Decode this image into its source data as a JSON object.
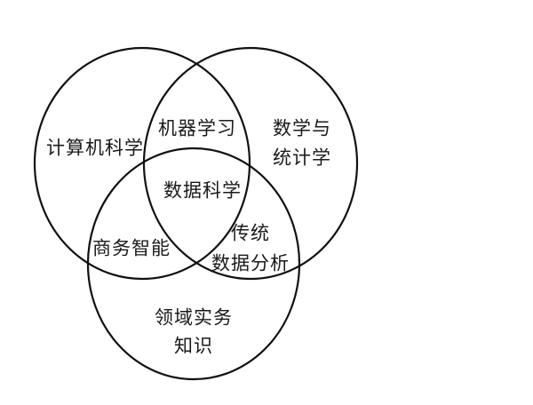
{
  "sets": [
    {
      "id": "cs",
      "label": "计算机科学"
    },
    {
      "id": "math",
      "label_line1": "数学与",
      "label_line2": "统计学"
    },
    {
      "id": "domain",
      "label_line1": "领域实务",
      "label_line2": "知识"
    }
  ],
  "intersections": {
    "cs_math": "机器学习",
    "cs_domain": "商务智能",
    "math_domain_line1": "传统",
    "math_domain_line2": "数据分析",
    "all": "数据科学"
  },
  "stroke_color": "#111111"
}
